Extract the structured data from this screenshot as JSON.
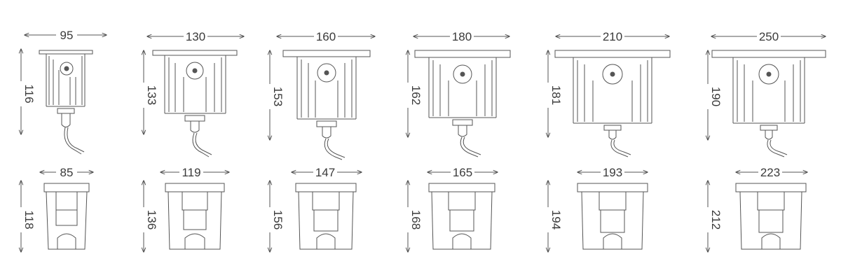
{
  "drawings": [
    {
      "top_width": "95",
      "top_height": "116",
      "bottom_width": "85",
      "bottom_height": "118"
    },
    {
      "top_width": "130",
      "top_height": "133",
      "bottom_width": "119",
      "bottom_height": "136"
    },
    {
      "top_width": "160",
      "top_height": "153",
      "bottom_width": "147",
      "bottom_height": "156"
    },
    {
      "top_width": "180",
      "top_height": "162",
      "bottom_width": "165",
      "bottom_height": "168"
    },
    {
      "top_width": "210",
      "top_height": "181",
      "bottom_width": "193",
      "bottom_height": "194"
    },
    {
      "top_width": "250",
      "top_height": "190",
      "bottom_width": "223",
      "bottom_height": "212"
    }
  ],
  "colors": {
    "line": "#555555",
    "dim": "#555555",
    "text": "#3a3a3a",
    "background": "#ffffff"
  }
}
